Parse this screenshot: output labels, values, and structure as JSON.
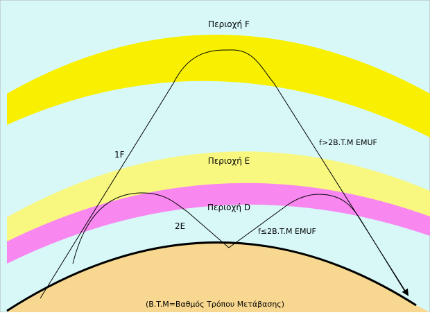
{
  "diagram": {
    "region_f_label": "Περιοχή F",
    "region_e_label": "Περιοχή E",
    "region_d_label": "Περιοχή D",
    "path_1f_label": "1F",
    "path_2e_label": "2E",
    "label_above_muf": "f>2B.T.M  EMUF",
    "label_below_muf": "f≤2B.T.M  EMUF",
    "footnote": "(B.T.M=Βαθμός Τρόπου Μετάβασης)",
    "colors": {
      "sky": "#d8f8f8",
      "f_layer": "#f8f000",
      "e_layer": "#f8f880",
      "d_layer": "#f888f0",
      "earth": "#f8d890",
      "ray": "#000000"
    }
  }
}
